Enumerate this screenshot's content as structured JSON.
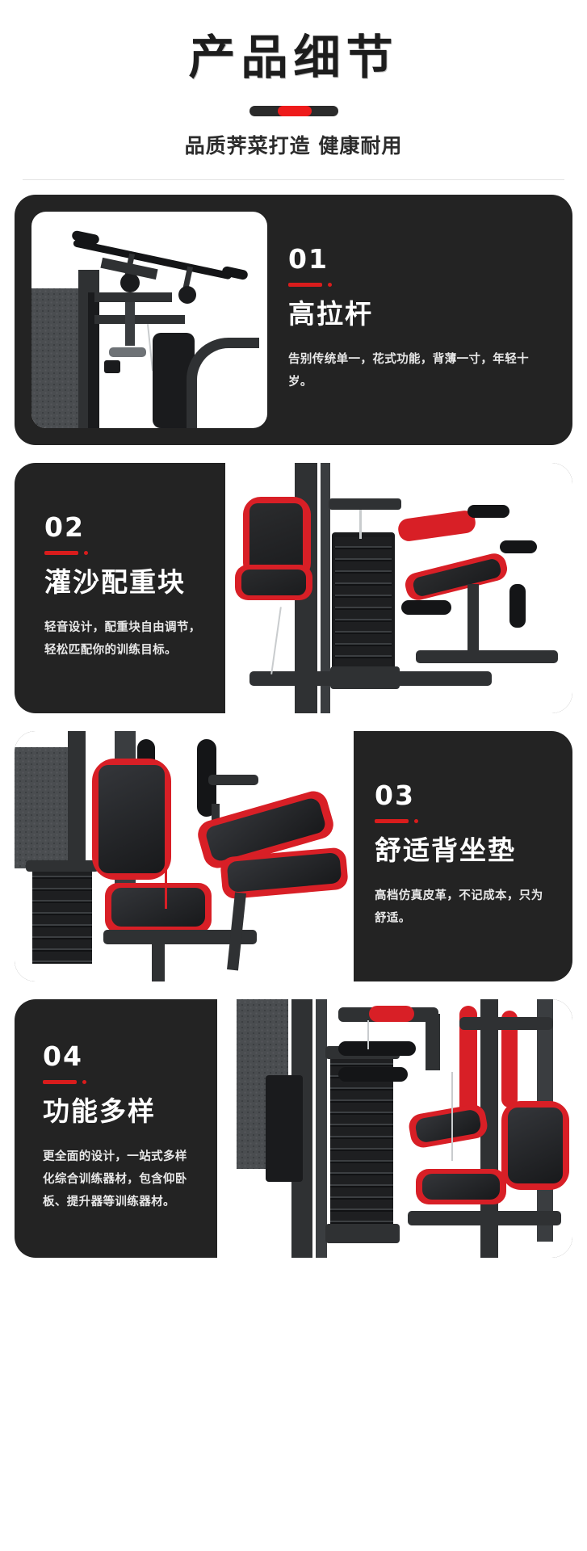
{
  "header": {
    "title": "产品细节",
    "subtitle": "品质荠菜打造 健康耐用",
    "accent_color": "#ee1b1b",
    "divider_color": "#2b2b2b"
  },
  "theme": {
    "card_bg": "#232323",
    "page_bg": "#ffffff",
    "accent": "#d91c1c",
    "title_color": "#1d1d1d",
    "card_text": "#ffffff"
  },
  "cards": [
    {
      "number": "01",
      "title": "高拉杆",
      "desc": "告别传统单一，花式功能，背薄一寸，年轻十岁。",
      "layout": "text-right",
      "image_alt": "high-lat-pulldown-bar-photo"
    },
    {
      "number": "02",
      "title": "灌沙配重块",
      "desc": "轻音设计，配重块自由调节，轻松匹配你的训练目标。",
      "layout": "text-left",
      "image_alt": "sand-filled-weight-stack-photo"
    },
    {
      "number": "03",
      "title": "舒适背坐垫",
      "desc": "高档仿真皮革，不记成本，只为舒适。",
      "layout": "text-right",
      "image_alt": "comfort-back-seat-cushion-photo"
    },
    {
      "number": "04",
      "title": "功能多样",
      "desc": "更全面的设计，一站式多样化综合训练器材，包含仰卧板、提升器等训练器材。",
      "layout": "text-left",
      "image_alt": "multi-function-station-photo"
    }
  ]
}
